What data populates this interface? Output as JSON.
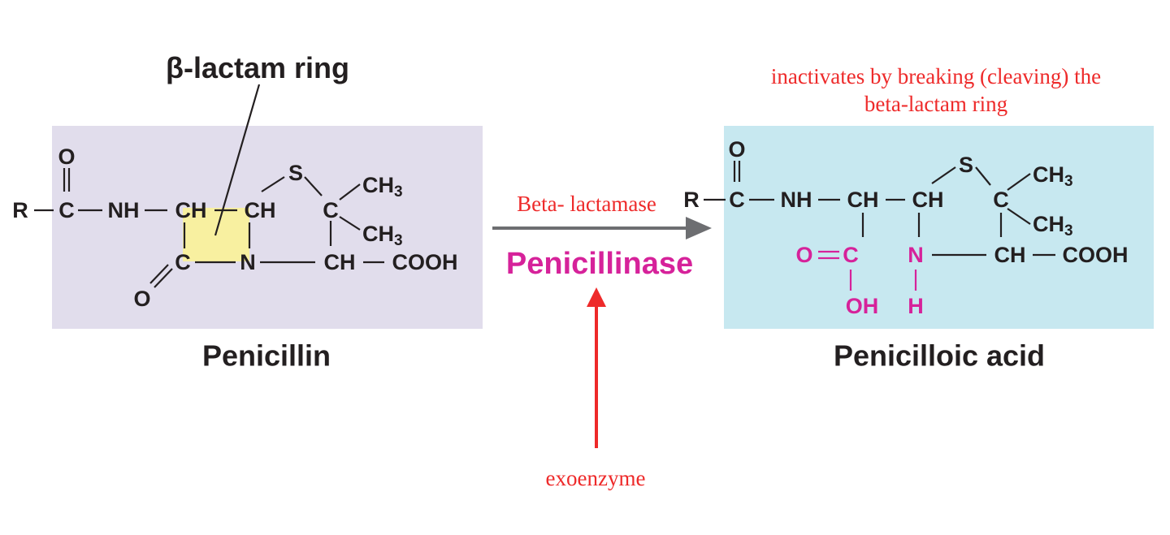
{
  "ring_label": "β-lactam ring",
  "note_top": {
    "line1": "inactivates by breaking (cleaving) the",
    "line2": "beta-lactam ring"
  },
  "reactant": {
    "name": "Penicillin",
    "bg_color": "#e1ddec",
    "ring_color": "#f8f0a0",
    "atoms": {
      "r": "R",
      "c1": "C",
      "o1": "O",
      "nh": "NH",
      "ch1": "CH",
      "ch2": "CH",
      "s": "S",
      "c2": "C",
      "ch3a": "CH",
      "ch3b": "CH",
      "c3": "C",
      "n": "N",
      "ch3": "CH",
      "cooh": "COOH",
      "o2": "O",
      "sub3": "3"
    }
  },
  "product": {
    "name": "Penicilloic acid",
    "bg_color": "#c7e8f0",
    "atoms": {
      "r": "R",
      "c1": "C",
      "o1": "O",
      "nh": "NH",
      "ch1": "CH",
      "ch2": "CH",
      "s": "S",
      "c2": "C",
      "ch3a": "CH",
      "ch3b": "CH",
      "ch3": "CH",
      "cooh": "COOH",
      "o_eq": "O",
      "c3": "C",
      "oh": "OH",
      "n": "N",
      "h": "H",
      "sub3": "3"
    }
  },
  "arrow": {
    "top_label": "Beta- lactamase",
    "enzyme": "Penicillinase",
    "color": "#6d6e71"
  },
  "bottom_note": "exoenzyme",
  "colors": {
    "note": "#ee2a2a",
    "highlight": "#d6229a"
  }
}
